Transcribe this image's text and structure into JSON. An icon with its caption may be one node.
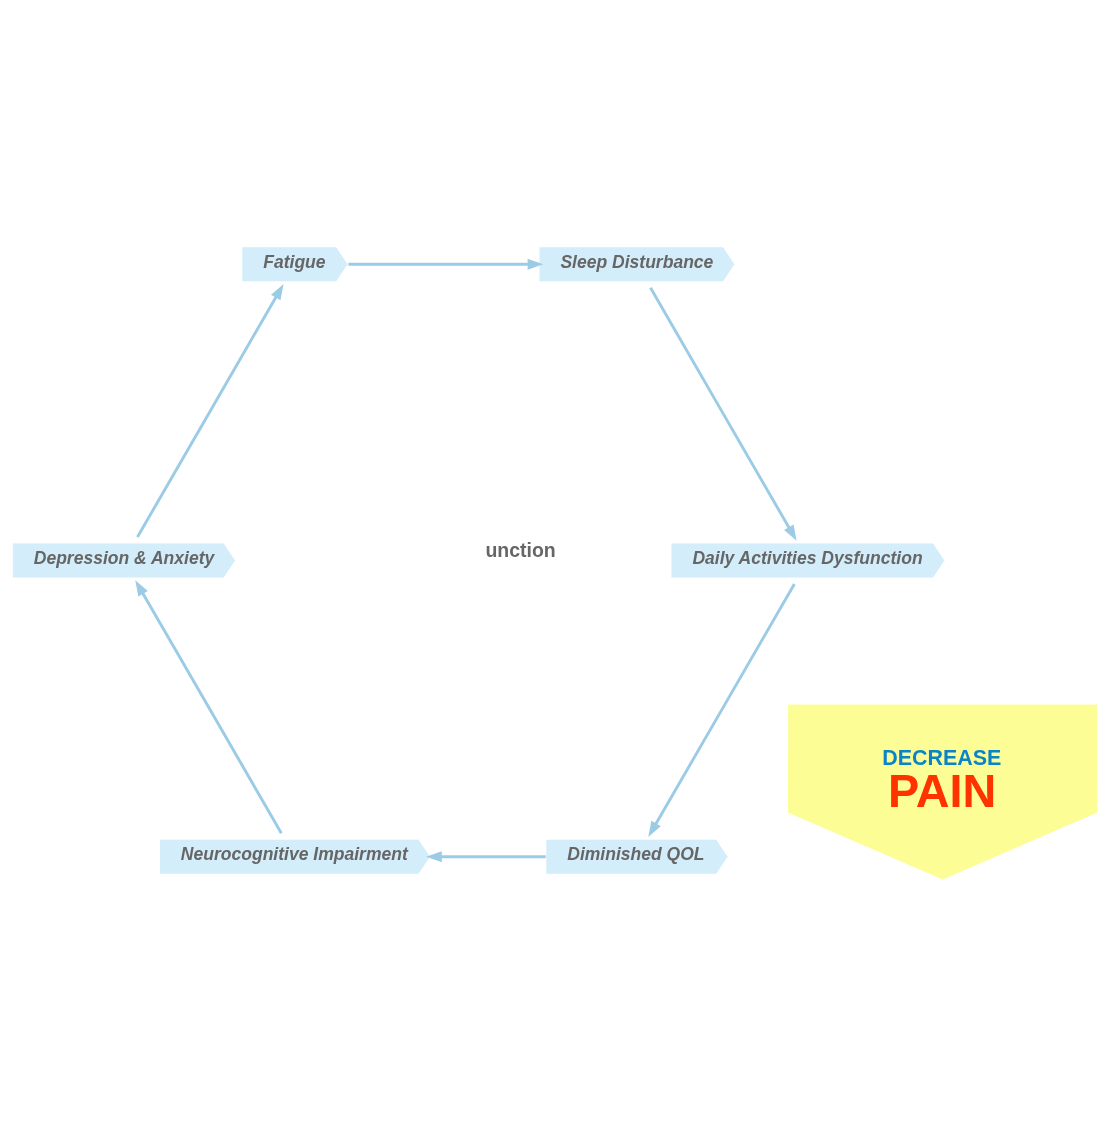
{
  "diagram": {
    "nodes": [
      {
        "text": [
          "Diminished QOL"
        ]
      },
      {
        "text": [
          "Neurocognitive Impairment"
        ]
      },
      {
        "text": [
          "Depression & Anxiety"
        ]
      },
      {
        "text": [
          "Fatigue"
        ]
      },
      {
        "text": [
          "Sleep Disturbance"
        ]
      },
      {
        "text": [
          "Daily Activities Dysfunction"
        ]
      },
      {
        "text": [
          "DECREASE",
          "PAIN"
        ]
      }
    ],
    "edges": [
      {
        "from": 0,
        "to": 1,
        "arrow": "to"
      },
      {
        "from": 1,
        "to": 2,
        "arrow": "to"
      },
      {
        "from": 2,
        "to": 3,
        "arrow": "to"
      },
      {
        "from": 3,
        "to": 4,
        "arrow": "to"
      },
      {
        "from": 4,
        "to": 5,
        "arrow": "to"
      },
      {
        "from": 5,
        "to": 0,
        "arrow": "to"
      }
    ],
    "labels": [
      "unction"
    ]
  }
}
